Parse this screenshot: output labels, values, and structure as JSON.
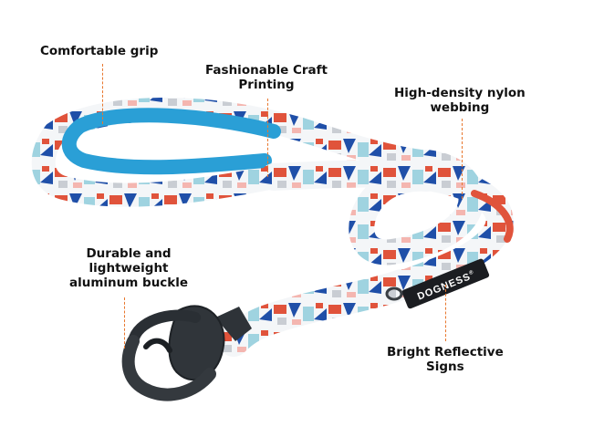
{
  "callouts": [
    {
      "lines": [
        "Comfortable grip"
      ]
    },
    {
      "lines": [
        "Fashionable Craft",
        "Printing"
      ]
    },
    {
      "lines": [
        "High-density nylon",
        "webbing"
      ]
    },
    {
      "lines": [
        "Durable and",
        "lightweight",
        "aluminum buckle"
      ]
    },
    {
      "lines": [
        "Bright Reflective",
        "Signs"
      ]
    }
  ],
  "brand_tag": {
    "text": "DOGNESS",
    "registered_mark": "®"
  },
  "colors": {
    "callout_line": "#e8772e",
    "label_text": "#111111",
    "padding_blue": "#2a9fd6",
    "print_red": "#e0533b",
    "print_navy": "#1f4fa8",
    "print_light_blue": "#9fd3e0",
    "hardware": "#3a3f44"
  },
  "icons": [
    "leash-product-illustration",
    "carabiner-clip-icon",
    "d-ring-icon"
  ]
}
